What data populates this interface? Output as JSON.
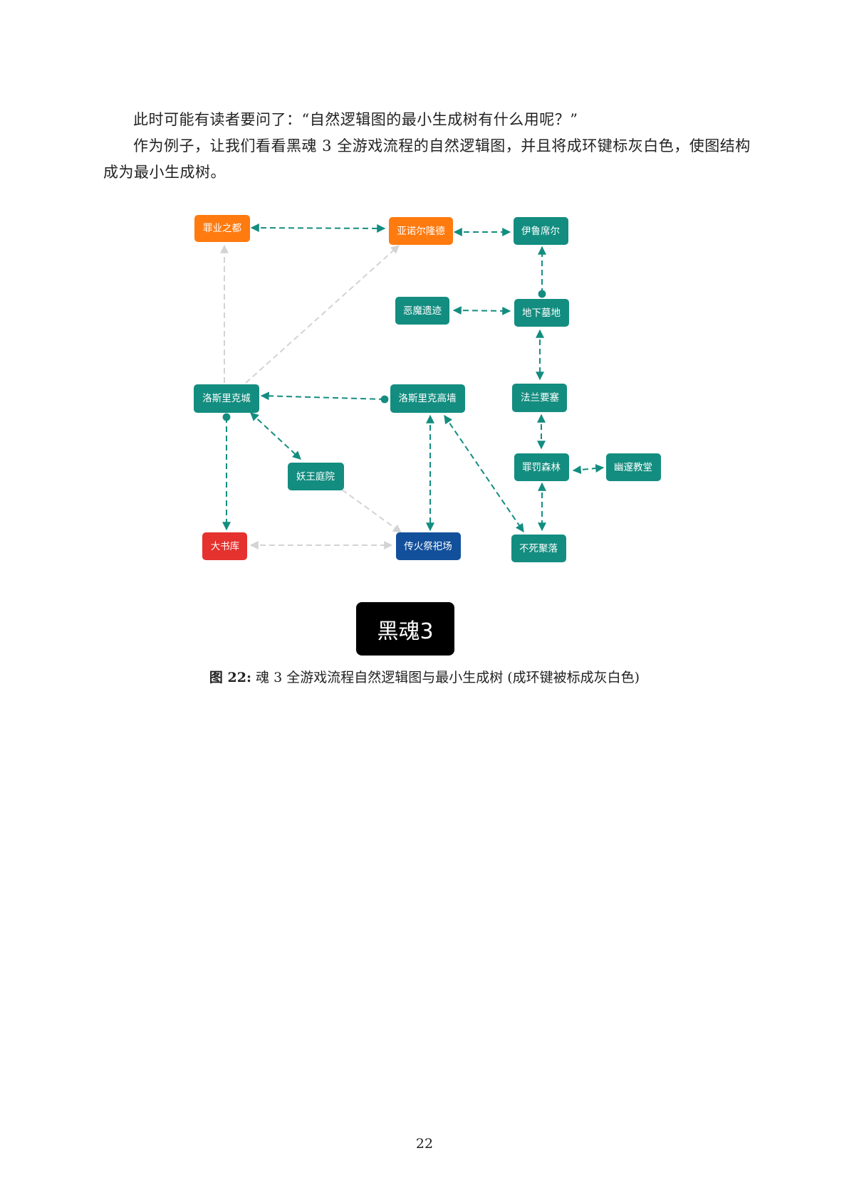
{
  "paragraphs": [
    "此时可能有读者要问了：“自然逻辑图的最小生成树有什么用呢？”",
    "作为例子，让我们看看黑魂 3 全游戏流程的自然逻辑图，并且将成环键标灰白色，使图结构成为最小生成树。"
  ],
  "diagram": {
    "nodes": {
      "zuiye": "罪业之都",
      "yanuoer": "亚诺尔隆德",
      "yiluxi": "伊鲁席尔",
      "emo": "恶魔遗迹",
      "dixia": "地下墓地",
      "luosi": "洛斯里克城",
      "luosigao": "洛斯里克高墙",
      "falan": "法兰要塞",
      "yaowang": "妖王庭院",
      "fafa": "罪罚森林",
      "youlan": "幽邃教堂",
      "dashu": "大书库",
      "chuanhuo": "传火祭祀场",
      "busi": "不死聚落"
    },
    "colors": {
      "teal": "#138d80",
      "orange": "#ff7a0f",
      "red": "#e5322e",
      "blue": "#12509c",
      "gray_edge": "#d3d3d3"
    },
    "badge": "黑魂3"
  },
  "caption": {
    "label": "图 22:",
    "text": " 魂 3 全游戏流程自然逻辑图与最小生成树 (成环键被标成灰白色)"
  },
  "page_number": "22"
}
